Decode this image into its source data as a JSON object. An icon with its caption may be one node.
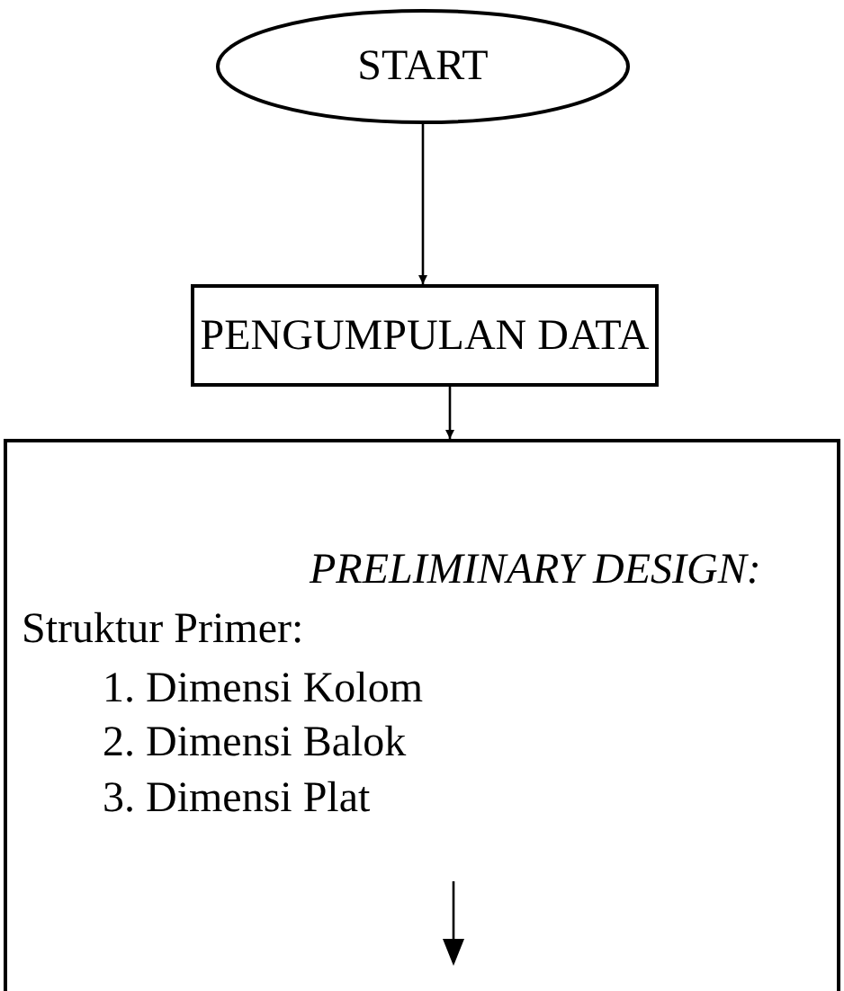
{
  "diagram": {
    "nodes": [
      {
        "text": [
          "START"
        ]
      },
      {
        "text": [
          "PENGUMPULAN DATA"
        ]
      },
      {
        "text": [
          "PRELIMINARY DESIGN:",
          "Struktur Primer:",
          "1. Dimensi Kolom",
          "2. Dimensi Balok",
          "3. Dimensi Plat"
        ]
      }
    ],
    "edges": [
      {
        "from": 0,
        "to": 1,
        "arrow": "to"
      },
      {
        "from": 1,
        "to": 2,
        "arrow": "to"
      }
    ]
  }
}
